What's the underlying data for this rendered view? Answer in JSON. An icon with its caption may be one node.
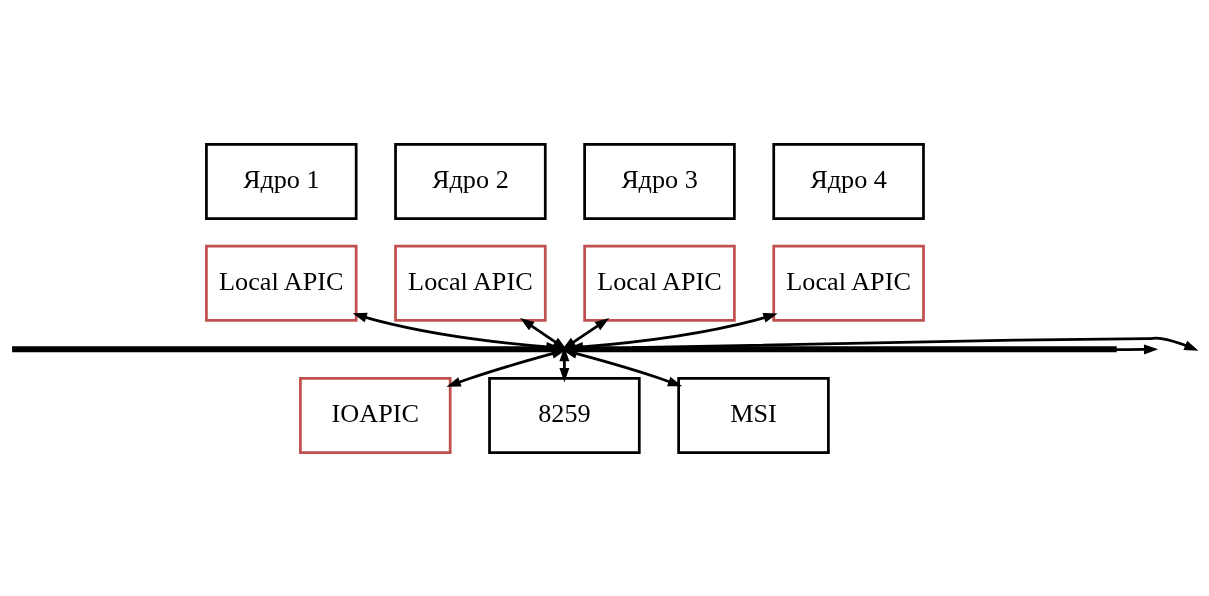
{
  "diagram": {
    "nodes": [
      {
        "text": [
          "Ядро 1"
        ]
      },
      {
        "text": [
          "Ядро 2"
        ]
      },
      {
        "text": [
          "Ядро 3"
        ]
      },
      {
        "text": [
          "Ядро 4"
        ]
      },
      {
        "text": [
          "Local APIC"
        ]
      },
      {
        "text": [
          "Local APIC"
        ]
      },
      {
        "text": [
          "Local APIC"
        ]
      },
      {
        "text": [
          "Local APIC"
        ]
      },
      {
        "text": [],
        "shape": "bar"
      },
      {
        "text": [
          "IOAPIC"
        ]
      },
      {
        "text": [
          "8259"
        ]
      },
      {
        "text": [
          "MSI"
        ]
      }
    ],
    "edges": [
      {
        "from": 4,
        "to": 8,
        "arrow": "both"
      },
      {
        "from": 5,
        "to": 8,
        "arrow": "both"
      },
      {
        "from": 6,
        "to": 8,
        "arrow": "both"
      },
      {
        "from": 7,
        "to": 8,
        "arrow": "both"
      },
      {
        "from": 8,
        "to": 9,
        "arrow": "both"
      },
      {
        "from": 8,
        "to": 10,
        "arrow": "both"
      },
      {
        "from": 8,
        "to": 11,
        "arrow": "both"
      },
      {
        "from": 8,
        "to": null,
        "arrow": "to"
      },
      {
        "from": 8,
        "to": null,
        "arrow": "to"
      }
    ]
  }
}
